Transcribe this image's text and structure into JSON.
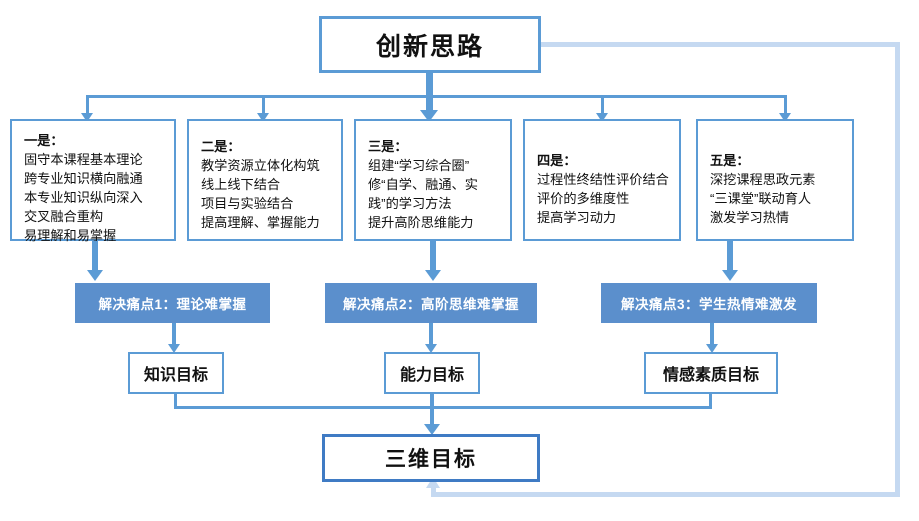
{
  "title": {
    "text": "创新思路"
  },
  "ideas": [
    {
      "header": "一是：",
      "lines": [
        "固守本课程基本理论",
        "跨专业知识横向融通",
        "本专业知识纵向深入",
        "交叉融合重构",
        "易理解和易掌握"
      ]
    },
    {
      "header": "二是：",
      "lines": [
        "教学资源立体化构筑",
        "线上线下结合",
        "项目与实验结合",
        "提高理解、掌握能力"
      ]
    },
    {
      "header": "三是：",
      "lines": [
        "组建“学习综合圈”",
        "修“自学、融通、实",
        "践”的学习方法",
        "提升高阶思维能力"
      ]
    },
    {
      "header": "四是：",
      "lines": [
        "过程性终结性评价结合",
        "评价的多维度性",
        "提高学习动力"
      ]
    },
    {
      "header": "五是：",
      "lines": [
        "深挖课程思政元素",
        "“三课堂”联动育人",
        "激发学习热情"
      ]
    }
  ],
  "pain_points": [
    {
      "label": "解决痛点1：理论难掌握"
    },
    {
      "label": "解决痛点2：高阶思维难掌握"
    },
    {
      "label": "解决痛点3：学生热情难激发"
    }
  ],
  "goals": [
    {
      "label": "知识目标"
    },
    {
      "label": "能力目标"
    },
    {
      "label": "情感素质目标"
    }
  ],
  "final": {
    "text": "三维目标"
  },
  "colors": {
    "border_blue": "#5B9BD5",
    "bar_blue": "#5B8FCC",
    "final_border": "#3F7BC4",
    "loop_blue": "#C5D9F1",
    "text": "#111111",
    "bar_text": "#FFFFFF"
  }
}
